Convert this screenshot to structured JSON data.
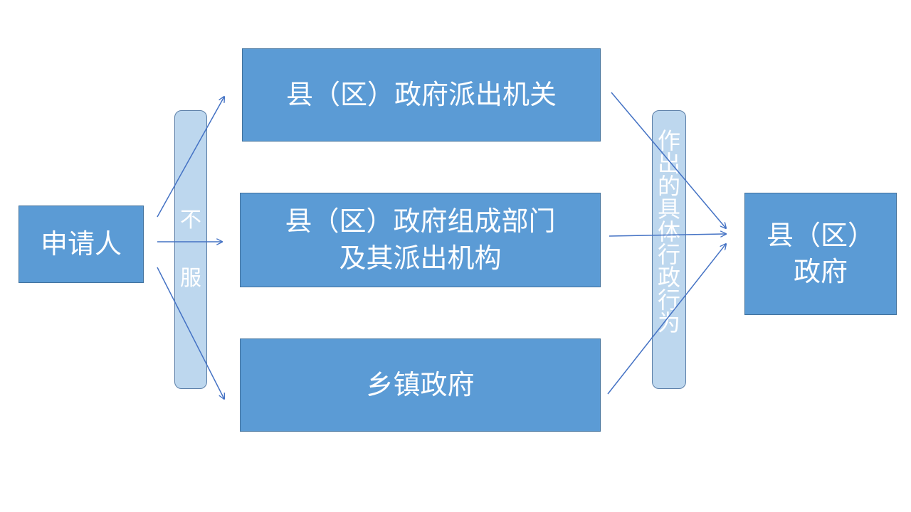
{
  "applicant": "申请人",
  "not_accept": [
    "不",
    "服"
  ],
  "org_top": "县（区）政府派出机关",
  "org_middle_line1": "县（区）政府组成部门",
  "org_middle_line2": "及其派出机构",
  "org_bottom": "乡镇政府",
  "action": [
    "作",
    "出",
    "的",
    "具",
    "体",
    "行",
    "政",
    "行",
    "为"
  ],
  "target_line1": "县（区）",
  "target_line2": "政府",
  "colors": {
    "box": "#5b9bd5",
    "pill": "#bdd7ee",
    "arrow": "#4472c4"
  }
}
